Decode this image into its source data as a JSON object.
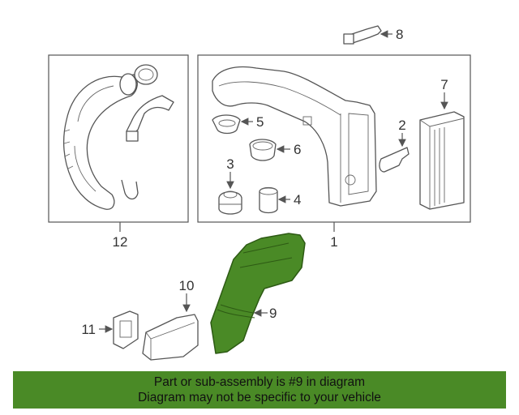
{
  "callouts": {
    "c1": "1",
    "c2": "2",
    "c3": "3",
    "c4": "4",
    "c5": "5",
    "c6": "6",
    "c7": "7",
    "c8": "8",
    "c9": "9",
    "c10": "10",
    "c11": "11",
    "c12": "12"
  },
  "highlight_color": "#4a8a26",
  "banner": {
    "line1": "Part or sub-assembly is #9 in diagram",
    "line2": "Diagram may not be specific to your vehicle"
  }
}
